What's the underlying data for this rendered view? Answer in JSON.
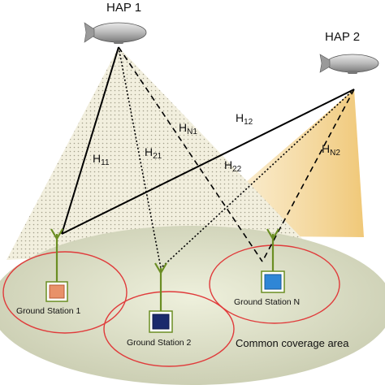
{
  "haps": [
    {
      "label": "HAP 1"
    },
    {
      "label": "HAP 2"
    }
  ],
  "channels": [
    {
      "main": "H",
      "sub": "11",
      "style": "solid"
    },
    {
      "main": "H",
      "sub": "21",
      "style": "dotted"
    },
    {
      "main": "H",
      "sub": "N1",
      "style": "dashed"
    },
    {
      "main": "H",
      "sub": "12",
      "style": "solid"
    },
    {
      "main": "H",
      "sub": "22",
      "style": "dotted"
    },
    {
      "main": "H",
      "sub": "N2",
      "style": "dashed"
    }
  ],
  "ground_stations": [
    {
      "label": "Ground Station 1",
      "color": "#e8916a"
    },
    {
      "label": "Ground Station 2",
      "color": "#1a2a6c"
    },
    {
      "label": "Ground Station N",
      "color": "#2f86d6"
    }
  ],
  "coverage_area": {
    "label": "Common coverage area",
    "color": "#dfe2c8"
  },
  "colors": {
    "cone_hap1": "#f0ecd8",
    "cone_hap2": "#f4d69a",
    "cell_ring": "#e03b3b",
    "antenna": "#6b8e23"
  }
}
